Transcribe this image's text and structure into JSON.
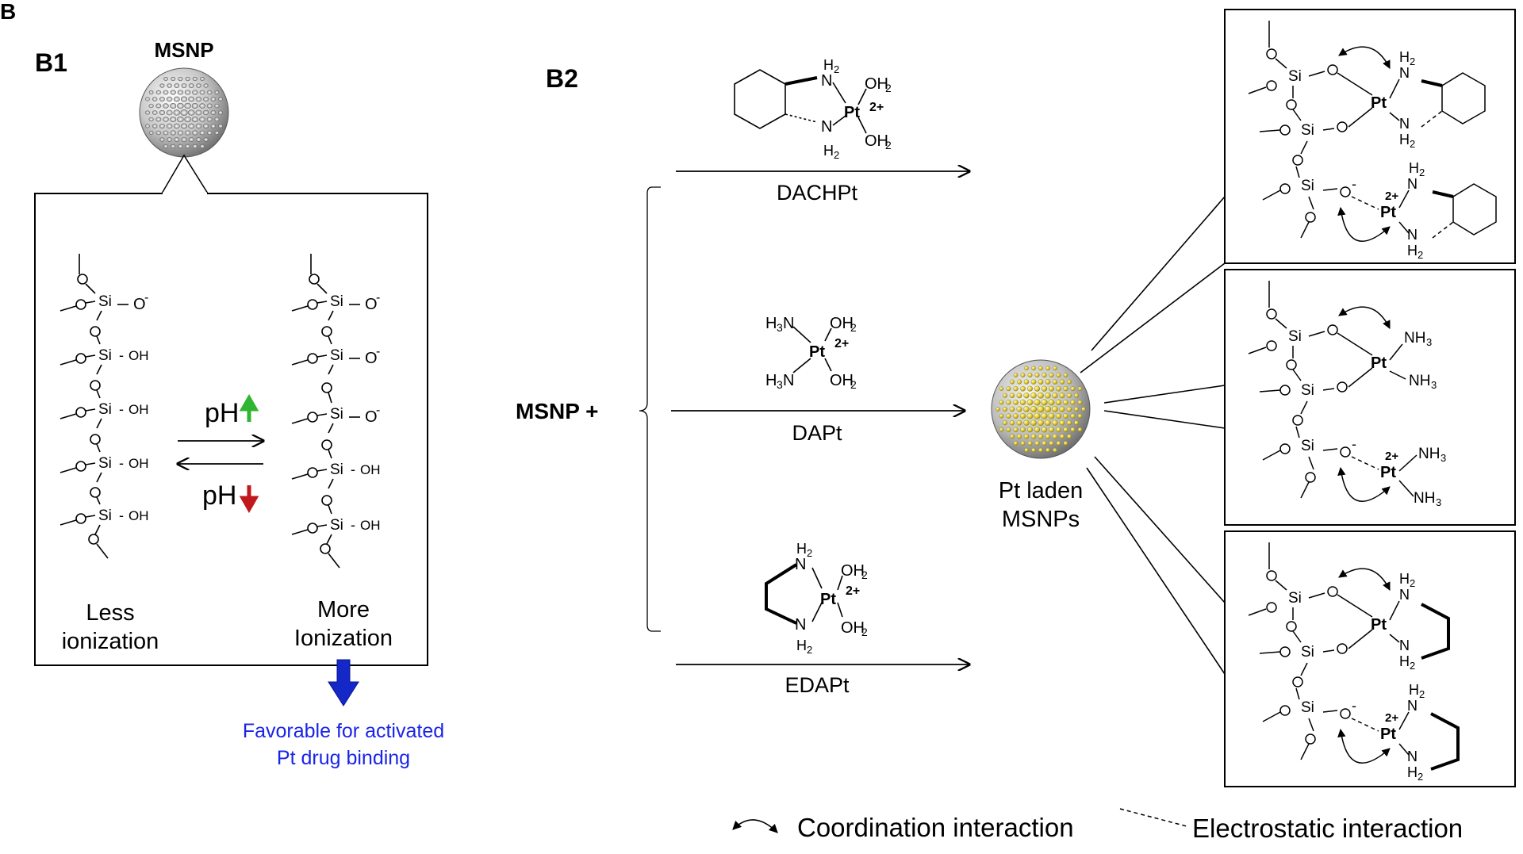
{
  "panel_letter": "B",
  "b1": {
    "label": "B1",
    "sphere_label": "MSNP",
    "arrow_up_text": "pH",
    "arrow_down_text": "pH",
    "left_caption_line1": "Less",
    "left_caption_line2": "ionization",
    "right_caption_line1": "More",
    "right_caption_line2": "Ionization",
    "note_line1": "Favorable for activated",
    "note_line2": "Pt drug binding",
    "chem": {
      "si": "Si",
      "o_minus": "O",
      "minus": "-",
      "oh": "OH",
      "dash": "-"
    }
  },
  "b2": {
    "label": "B2",
    "reactant": "MSNP +",
    "drugs": [
      {
        "name": "DACHPt"
      },
      {
        "name": "DAPt"
      },
      {
        "name": "EDAPt"
      }
    ],
    "product_line1": "Pt laden",
    "product_line2": "MSNPs",
    "chem": {
      "pt": "Pt",
      "charge": "2+",
      "oh2": "OH",
      "sub2": "2",
      "nh3": "NH",
      "sub3": "3",
      "n": "N",
      "h2": "H",
      "h3n": "H",
      "h3n_n": "N",
      "si": "Si",
      "o": "O"
    }
  },
  "legend": {
    "coordination": "Coordination interaction",
    "electrostatic": "Electrostatic interaction"
  },
  "colors": {
    "up_arrow": "#2fb52f",
    "down_arrow": "#c0181c",
    "note_text": "#1a24e8",
    "blue_arrow": "#1428c8",
    "sphere_grey": "#bfbfbf",
    "sphere_gold": "#e6d23a"
  }
}
